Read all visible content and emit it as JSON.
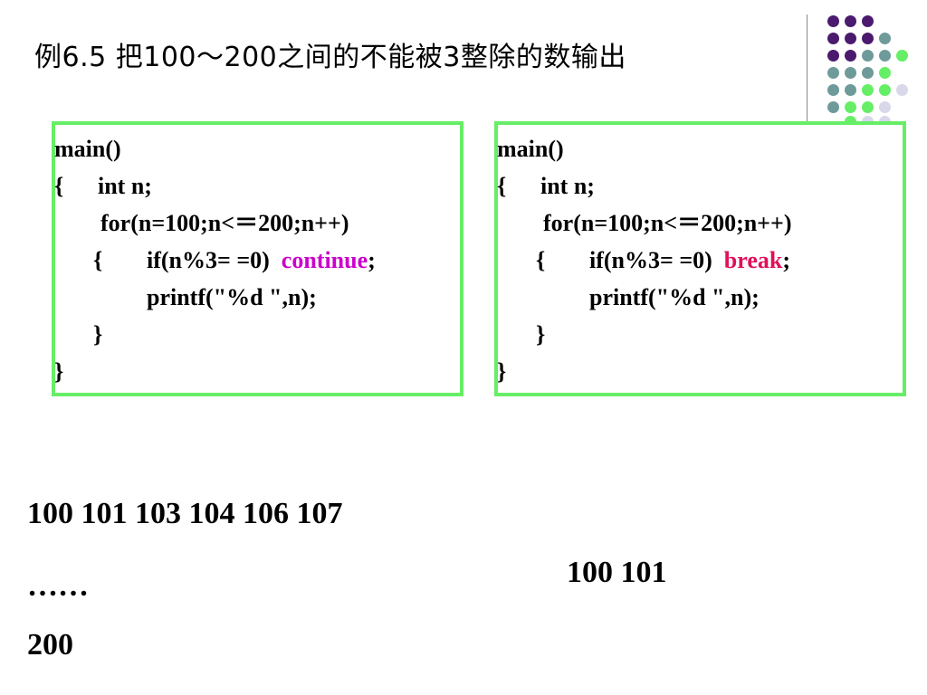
{
  "title": "例6.5 把100～200之间的不能被3整除的数输出",
  "decor": {
    "colors": {
      "purple": "#4b1a6e",
      "teal": "#6f9a9a",
      "green": "#66ee66",
      "lavender": "#d8d8ea"
    },
    "icon": "decorative-dot-grid"
  },
  "left_code": {
    "l1": "main()",
    "l2_brace": "{",
    "l2_text": "int n;",
    "l3": "for(n=100;n<＝200;n++)",
    "l4_brace": "{",
    "l4_text": "if(n%3= =0)",
    "l4_kw": "continue",
    "l4_semi": ";",
    "l5": "printf(\"%d \",n);",
    "l6": "}",
    "l7": "}"
  },
  "right_code": {
    "l1": "main()",
    "l2_brace": "{",
    "l2_text": "int n;",
    "l3": "for(n=100;n<＝200;n++)",
    "l4_brace": "{",
    "l4_text": "if(n%3= =0)",
    "l4_kw": "break",
    "l4_semi": ";",
    "l5": "printf(\"%d \",n);",
    "l6": "}",
    "l7": "}"
  },
  "output_left": {
    "line1": "100 101 103 104 106 107",
    "line2": "……",
    "line3": "200"
  },
  "output_right": {
    "line1": "100 101"
  }
}
